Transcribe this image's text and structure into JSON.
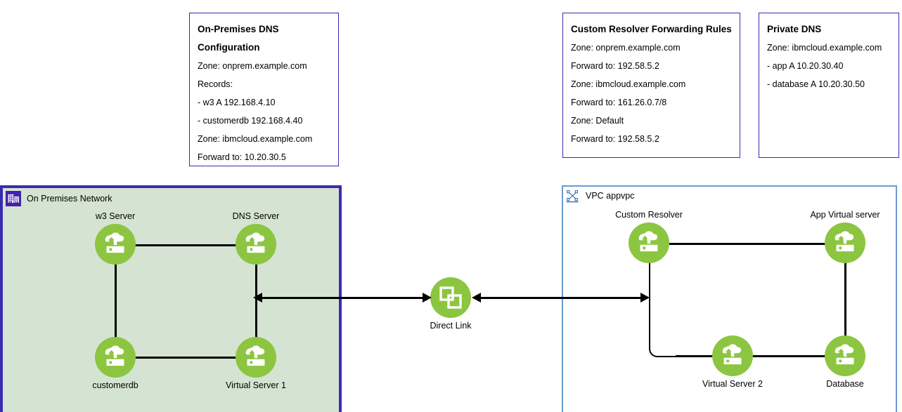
{
  "notes": [
    {
      "id": "onprem-dns-config",
      "title": "On-Premises DNS\nConfiguration",
      "lines": [
        "Zone: onprem.example.com",
        "Records:",
        "- w3 A 192.168.4.10",
        "- customerdb 192.168.4.40",
        "Zone: ibmcloud.example.com",
        "Forward to: 10.20.30.5"
      ]
    },
    {
      "id": "custom-resolver-forwarding-rules",
      "title": "Custom Resolver Forwarding Rules",
      "lines": [
        "Zone: onprem.example.com",
        "Forward to: 192.58.5.2",
        "Zone: ibmcloud.example.com",
        "Forward to: 161.26.0.7/8",
        "Zone: Default",
        "Forward to: 192.58.5.2"
      ]
    },
    {
      "id": "private-dns",
      "title": "Private DNS",
      "lines": [
        "Zone: ibmcloud.example.com",
        "- app A 10.20.30.40",
        "- database A 10.20.30.50"
      ]
    }
  ],
  "zones": [
    {
      "id": "on-premises-network",
      "label": "On Premises Network",
      "icon": "building-icon",
      "accent": "#4321b0",
      "background": "#d5e4d2"
    },
    {
      "id": "vpc-appvpc",
      "label": "VPC appvpc",
      "icon": "vpc-topology-icon",
      "accent": "#6c9bd2",
      "background": "#ffffff"
    }
  ],
  "nodes": {
    "w3_server": "w3 Server",
    "dns_server": "DNS Server",
    "customerdb": "customerdb",
    "virtual_server_1": "Virtual Server 1",
    "custom_resolver": "Custom Resolver",
    "app_virtual_server": "App Virtual server",
    "virtual_server_2": "Virtual Server 2",
    "database": "Database",
    "direct_link": "Direct Link"
  },
  "colors": {
    "node_green": "#8cc540",
    "onprem_border": "#3a2bb0",
    "onprem_fill": "#d5e4d2",
    "vpc_border": "#6c9bd2",
    "note_border": "#3a2bb0",
    "edge": "#000000"
  }
}
